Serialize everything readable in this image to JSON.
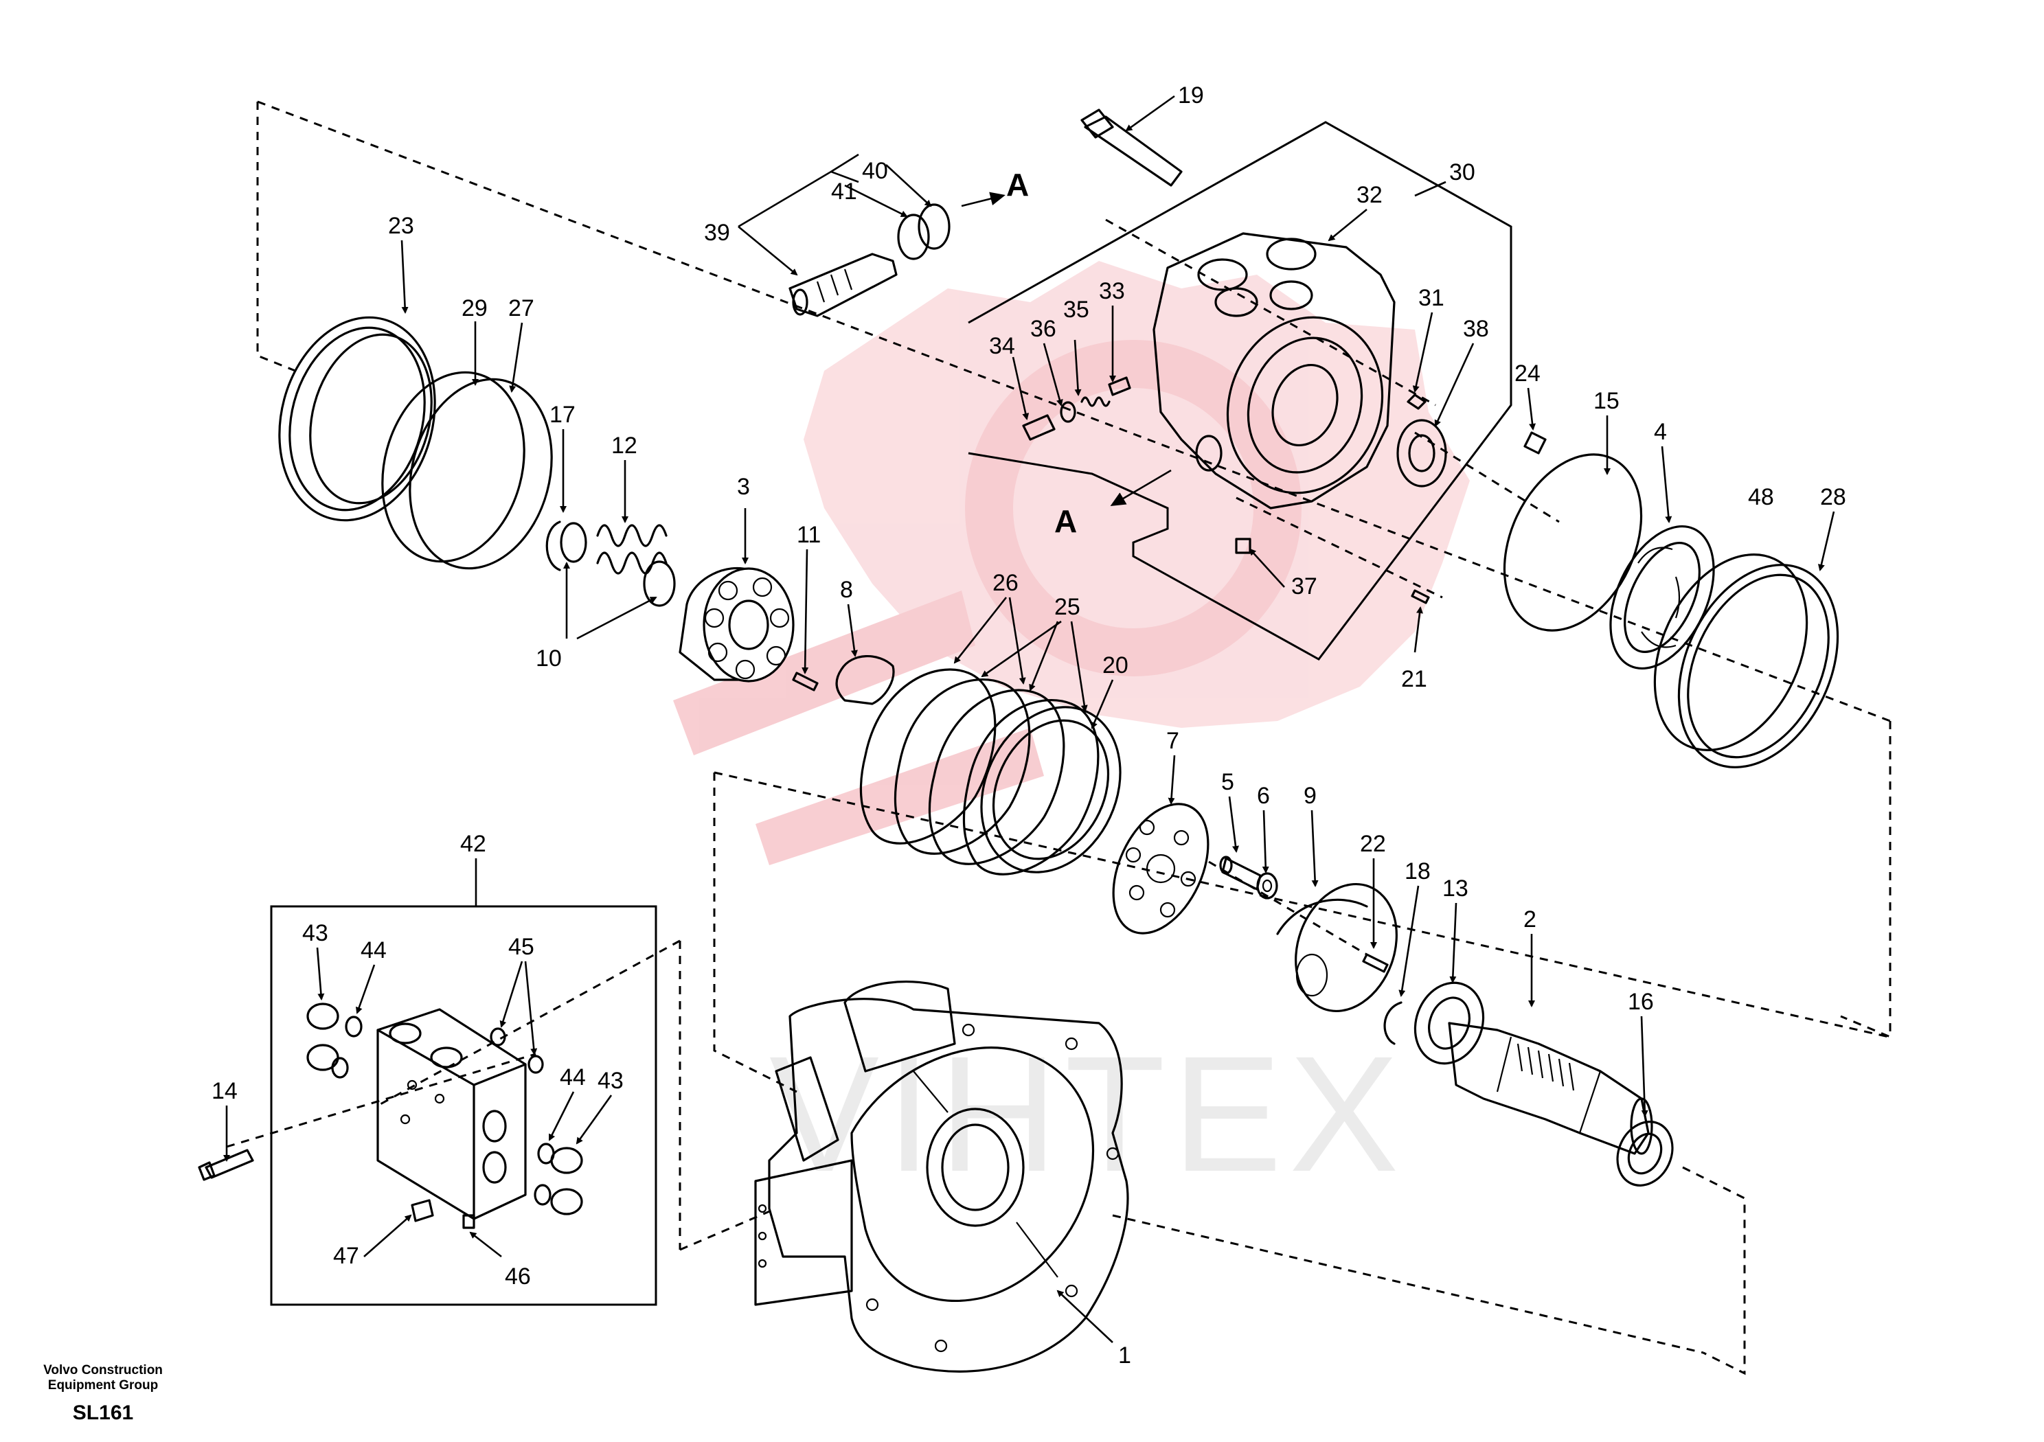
{
  "footer": {
    "brand_line1": "Volvo Construction",
    "brand_line2": "Equipment Group",
    "code": "SL161"
  },
  "watermark": {
    "text": "VIHTEX",
    "color": "#f4a0a8"
  },
  "section_marker": "A",
  "callouts": [
    "1",
    "2",
    "3",
    "4",
    "5",
    "6",
    "7",
    "8",
    "9",
    "10",
    "11",
    "12",
    "13",
    "14",
    "15",
    "16",
    "17",
    "18",
    "19",
    "20",
    "21",
    "22",
    "23",
    "24",
    "25",
    "26",
    "27",
    "28",
    "29",
    "30",
    "31",
    "32",
    "33",
    "34",
    "35",
    "36",
    "37",
    "38",
    "39",
    "40",
    "41",
    "42",
    "43",
    "44",
    "45",
    "46",
    "47",
    "48"
  ],
  "colors": {
    "line": "#000000",
    "background": "#ffffff"
  }
}
